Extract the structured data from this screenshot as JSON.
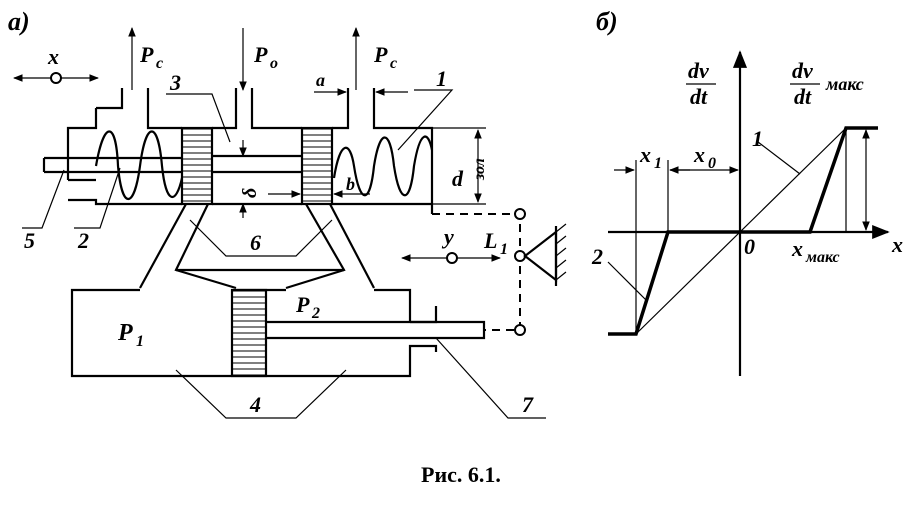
{
  "panel_a": {
    "tag": "а)",
    "x": "x",
    "Pc_left": "P",
    "Pc_left_sub": "c",
    "Po": "P",
    "Po_sub": "o",
    "Pc_right": "P",
    "Pc_right_sub": "c",
    "a": "a",
    "b": "b",
    "delta": "δ",
    "d_zol": "d",
    "d_zol_sub": "зол",
    "y": "y",
    "L1": "L",
    "L1_sub": "1",
    "P1": "P",
    "P1_sub": "1",
    "P2": "P",
    "P2_sub": "2",
    "n1": "1",
    "n2": "2",
    "n3": "3",
    "n4": "4",
    "n5": "5",
    "n6": "6",
    "n7": "7"
  },
  "panel_b": {
    "tag": "б)",
    "dvdt_num": "dv",
    "dvdt_den": "dt",
    "dvdt_max_num": "dv",
    "dvdt_max_den": "dt",
    "dvdt_max_sub": "макс",
    "x1": "x",
    "x1_sub": "1",
    "x0": "x",
    "x0_sub": "0",
    "n1": "1",
    "n2": "2",
    "zero": "0",
    "xmax": "x",
    "xmax_sub": "макс",
    "x_axis": "x"
  },
  "caption": "Рис. 6.1."
}
